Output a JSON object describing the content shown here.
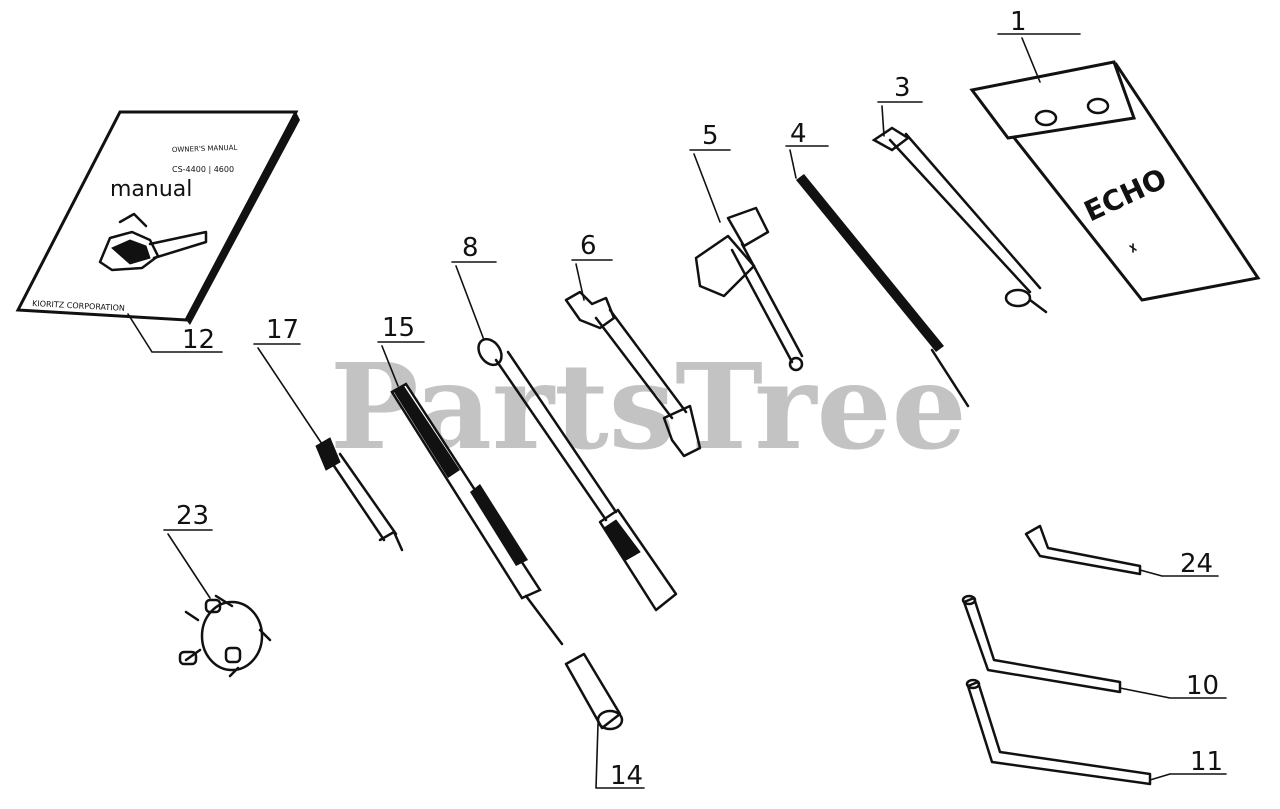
{
  "watermark": "PartsTree",
  "manual": {
    "title": "manual",
    "line1": "OWNER'S MANUAL",
    "line2": "CS-4400 | 4600",
    "footer": "KIORITZ CORPORATION"
  },
  "pouch_brand": "ECHO",
  "callouts": [
    {
      "id": "1",
      "label": "1"
    },
    {
      "id": "3",
      "label": "3"
    },
    {
      "id": "4",
      "label": "4"
    },
    {
      "id": "5",
      "label": "5"
    },
    {
      "id": "6",
      "label": "6"
    },
    {
      "id": "8",
      "label": "8"
    },
    {
      "id": "10",
      "label": "10"
    },
    {
      "id": "11",
      "label": "11"
    },
    {
      "id": "12",
      "label": "12"
    },
    {
      "id": "14",
      "label": "14"
    },
    {
      "id": "15",
      "label": "15"
    },
    {
      "id": "17",
      "label": "17"
    },
    {
      "id": "23",
      "label": "23"
    },
    {
      "id": "24",
      "label": "24"
    }
  ]
}
